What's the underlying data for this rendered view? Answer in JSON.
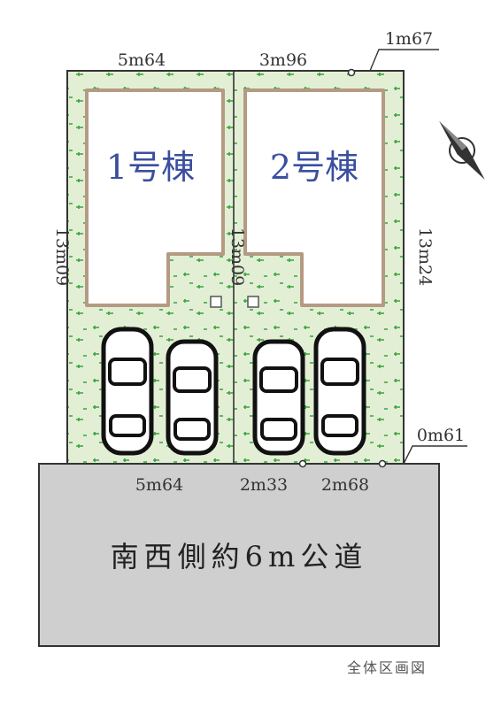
{
  "buildings": {
    "b1": "1号棟",
    "b2": "2号棟"
  },
  "dimensions": {
    "top_left": "5m64",
    "top_right": "3m96",
    "top_corner": "1m67",
    "left_side": "13m09",
    "center_line": "13m09",
    "right_side": "13m24",
    "bottom_left": "5m64",
    "bottom_mid": "2m33",
    "bottom_right": "2m68",
    "bottom_corner": "0m61"
  },
  "road": {
    "label": "南西側約6m公道"
  },
  "caption": "全体区画図",
  "compass": {
    "icon": "north-arrow-icon"
  },
  "colors": {
    "lot_fill": "#e2efd5",
    "grass": "#3aa33a",
    "road_fill": "#cfcfcf",
    "building_text": "#3b4f9e",
    "outline": "#333333"
  },
  "parking": {
    "cars": [
      "car",
      "car",
      "car",
      "car"
    ]
  }
}
